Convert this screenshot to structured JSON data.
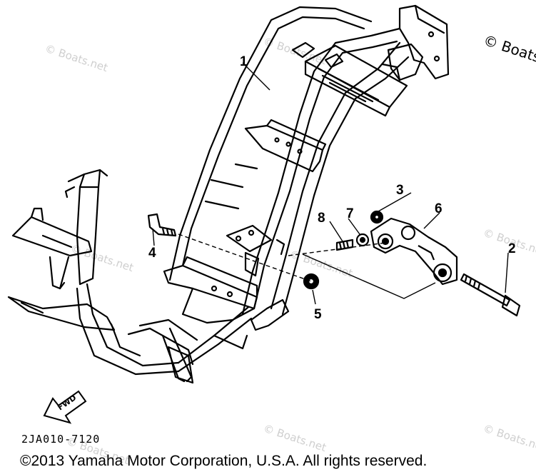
{
  "callouts": [
    "1",
    "2",
    "3",
    "4",
    "5",
    "6",
    "7",
    "8"
  ],
  "diagram_code": "2JA010-7120",
  "fwd_label": "FWD",
  "watermark": "© Boats.net",
  "watermark_corner": "© Boats",
  "copyright": "©2013 Yamaha Motor Corporation, U.S.A. All rights reserved."
}
